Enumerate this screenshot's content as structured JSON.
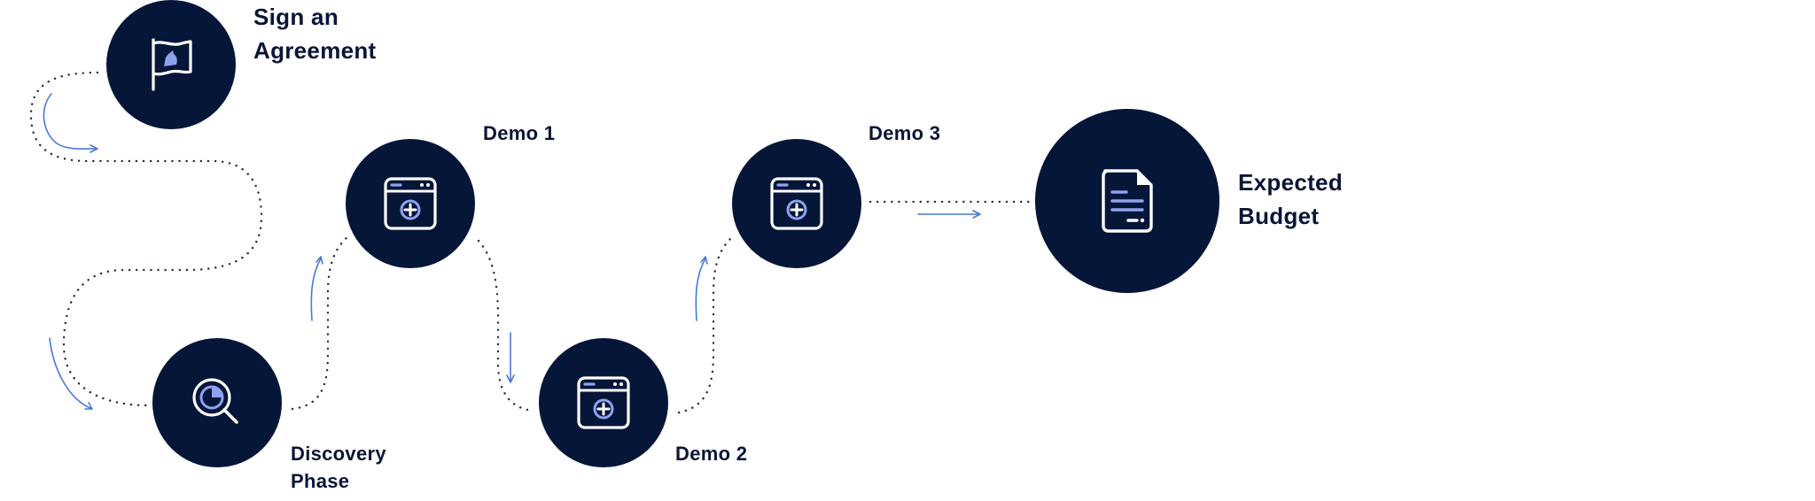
{
  "colors": {
    "node_fill": "#061638",
    "icon_stroke": "#ffffff",
    "icon_accent": "#8ea2f0",
    "arrow": "#4a78d6",
    "path_dots": "#1f2a44",
    "text": "#0a1636"
  },
  "steps": [
    {
      "id": "sign",
      "icon": "flag-icon",
      "lines": [
        "Sign an",
        "Agreement"
      ]
    },
    {
      "id": "discovery",
      "icon": "magnifier-pie-chart-icon",
      "lines": [
        "Discovery",
        "Phase"
      ]
    },
    {
      "id": "demo1",
      "icon": "browser-window-plus-icon",
      "lines": [
        "Demo 1"
      ]
    },
    {
      "id": "demo2",
      "icon": "browser-window-plus-icon",
      "lines": [
        "Demo 2"
      ]
    },
    {
      "id": "demo3",
      "icon": "browser-window-plus-icon",
      "lines": [
        "Demo 3"
      ]
    },
    {
      "id": "budget",
      "icon": "document-icon",
      "lines": [
        "Expected",
        "Budget"
      ]
    }
  ]
}
